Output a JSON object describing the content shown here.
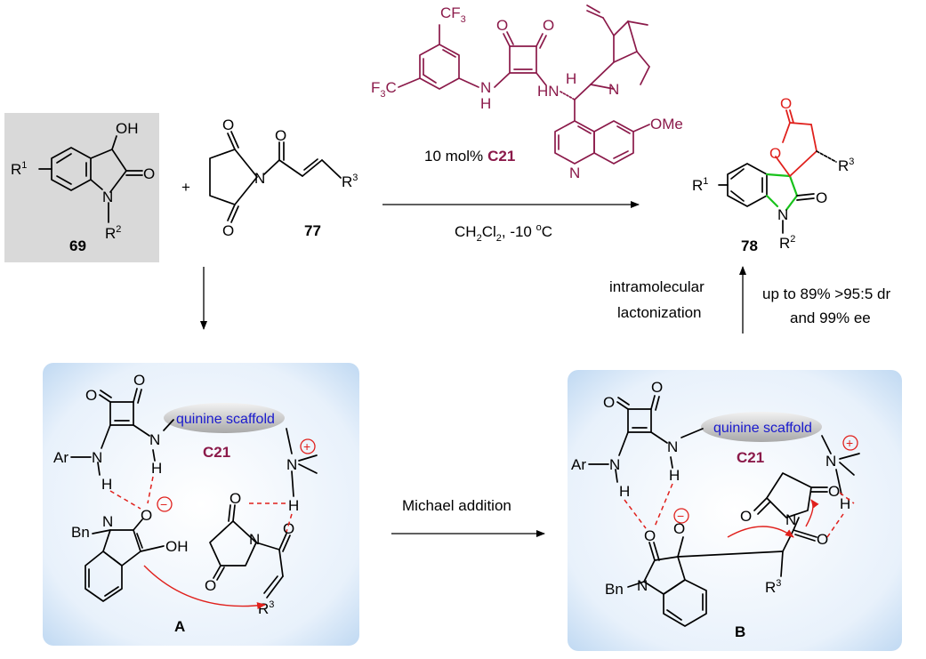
{
  "compounds": {
    "c69": {
      "label": "69",
      "oh": "OH",
      "o": "O",
      "n": "N",
      "r1": "R",
      "r1_sup": "1",
      "r2": "R",
      "r2_sup": "2"
    },
    "c77": {
      "label": "77",
      "o": "O",
      "n": "N",
      "r3": "R",
      "r3_sup": "3"
    },
    "c78": {
      "label": "78",
      "o": "O",
      "n": "N",
      "r1": "R",
      "r1_sup": "1",
      "r2": "R",
      "r2_sup": "2",
      "r3": "R",
      "r3_sup": "3"
    },
    "plus": "+"
  },
  "catalyst": {
    "cf3": "CF",
    "cf3_sub": "3",
    "f3c": "F",
    "f3c_sub": "3",
    "f3c_c": "C",
    "o": "O",
    "nh": "N",
    "nh_h": "H",
    "hn": "HN",
    "h": "H",
    "n": "N",
    "ome": "OMe"
  },
  "conditions": {
    "loading_prefix": "10 mol%",
    "catalyst_name": "C21",
    "solvent_prefix": "CH",
    "solvent_sub1": "2",
    "solvent_mid": "Cl",
    "solvent_sub2": "2",
    "temperature": ", -10 ",
    "temp_deg": "o",
    "temp_unit": "C"
  },
  "steps": {
    "lactonization_line1": "intramolecular",
    "lactonization_line2": "lactonization",
    "michael": "Michael addition"
  },
  "results": {
    "line1": "up to 89%  >95:5 dr",
    "line2": "and  99% ee"
  },
  "transition_states": {
    "A": {
      "label": "A",
      "scaffold": "quinine scaffold",
      "catalyst": "C21",
      "ar": "Ar",
      "bn": "Bn",
      "oh": "OH",
      "n": "N",
      "h": "H",
      "o": "O",
      "r3": "R",
      "r3_sup": "3",
      "minus": "−",
      "plus": "+"
    },
    "B": {
      "label": "B",
      "scaffold": "quinine scaffold",
      "catalyst": "C21",
      "ar": "Ar",
      "bn": "Bn",
      "n": "N",
      "h": "H",
      "o": "O",
      "r3": "R",
      "r3_sup": "3",
      "minus": "−",
      "plus": "+"
    }
  },
  "colors": {
    "catalyst": "#8b1a4a",
    "scaffold_text": "#1a1acd",
    "highlight_red": "#e0201c",
    "highlight_green": "#18c21b",
    "box_grey": "#d9d9d9"
  }
}
